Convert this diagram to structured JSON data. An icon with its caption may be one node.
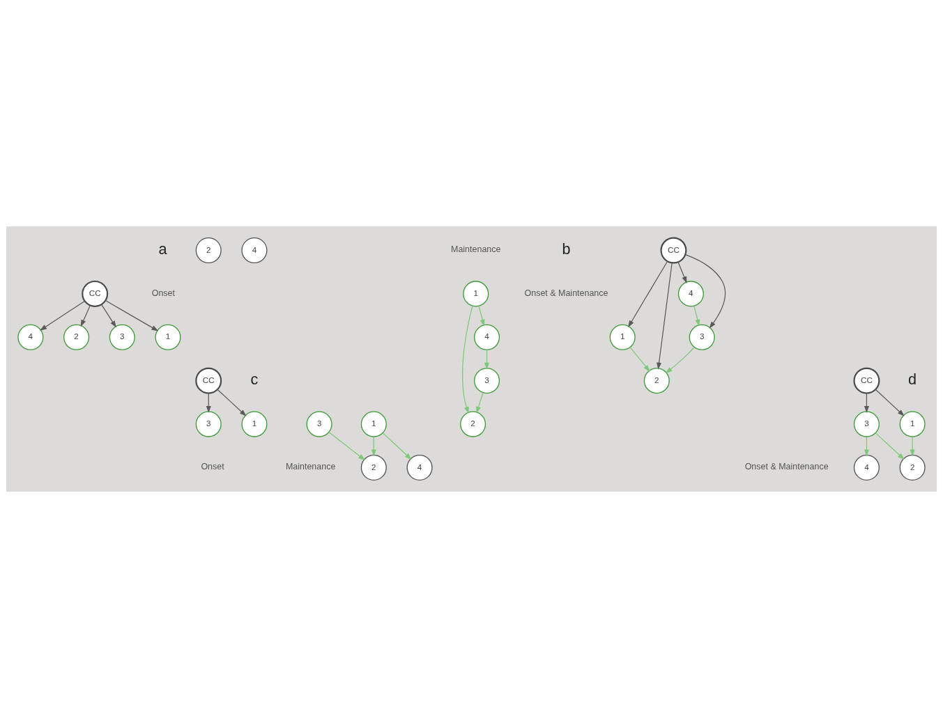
{
  "diagram": {
    "nodes": [
      {
        "text": [
          "1"
        ]
      },
      {
        "text": [
          "4"
        ]
      },
      {
        "text": [
          "CC"
        ]
      },
      {
        "text": [
          "2"
        ]
      },
      {
        "text": [
          "3"
        ]
      },
      {
        "text": [
          "1"
        ]
      },
      {
        "text": [
          "2"
        ]
      },
      {
        "text": [
          "4"
        ]
      },
      {
        "text": [
          "3"
        ]
      },
      {
        "text": [
          "1"
        ]
      },
      {
        "text": [
          "2"
        ]
      },
      {
        "text": [
          "CC"
        ]
      },
      {
        "text": [
          "4"
        ]
      },
      {
        "text": [
          "3"
        ]
      },
      {
        "text": [
          "1"
        ]
      },
      {
        "text": [
          "4"
        ]
      },
      {
        "text": [
          "CC"
        ]
      },
      {
        "text": [
          "2"
        ]
      },
      {
        "text": [
          "3"
        ]
      },
      {
        "text": [
          "1"
        ]
      },
      {
        "text": [
          "2"
        ]
      },
      {
        "text": [
          "4"
        ]
      },
      {
        "text": [
          "3"
        ]
      },
      {
        "text": [
          "1"
        ]
      },
      {
        "text": [
          "2"
        ]
      },
      {
        "text": [
          "CC"
        ]
      },
      {
        "text": [
          "4"
        ]
      },
      {
        "text": [
          "3"
        ]
      }
    ],
    "edges": [
      {
        "from": 2,
        "to": 0,
        "arrow": "to",
        "color": "#5a5a5a"
      },
      {
        "from": 2,
        "to": 3,
        "arrow": "to",
        "color": "#5a5a5a"
      },
      {
        "from": 2,
        "to": 4,
        "arrow": "to",
        "color": "#5a5a5a"
      },
      {
        "from": 2,
        "to": 1,
        "arrow": "to",
        "color": "#5a5a5a"
      },
      {
        "from": 5,
        "to": 6,
        "arrow": "to"
      },
      {
        "from": 5,
        "to": 7,
        "arrow": "to"
      },
      {
        "from": 7,
        "to": 8,
        "arrow": "to"
      },
      {
        "from": 8,
        "to": 6,
        "arrow": "to"
      },
      {
        "from": 11,
        "to": 9,
        "arrow": "to",
        "color": "#5a5a5a"
      },
      {
        "from": 11,
        "to": 10,
        "arrow": "to",
        "color": "#5a5a5a"
      },
      {
        "from": 11,
        "to": 12,
        "arrow": "to",
        "color": "#5a5a5a"
      },
      {
        "from": 11,
        "to": 13,
        "arrow": "to",
        "color": "#5a5a5a"
      },
      {
        "from": 9,
        "to": 10,
        "arrow": "to"
      },
      {
        "from": 12,
        "to": 13,
        "arrow": "to"
      },
      {
        "from": 13,
        "to": 10,
        "arrow": "to"
      },
      {
        "from": 16,
        "to": 14,
        "arrow": "to",
        "color": "#5a5a5a"
      },
      {
        "from": 16,
        "to": 18,
        "arrow": "to",
        "color": "#5a5a5a"
      },
      {
        "from": 19,
        "to": 20,
        "arrow": "to"
      },
      {
        "from": 19,
        "to": 21,
        "arrow": "to"
      },
      {
        "from": 22,
        "to": 20,
        "arrow": "to"
      },
      {
        "from": 25,
        "to": 23,
        "arrow": "to",
        "color": "#5a5a5a"
      },
      {
        "from": 25,
        "to": 27,
        "arrow": "to",
        "color": "#5a5a5a"
      },
      {
        "from": 23,
        "to": 24,
        "arrow": "to"
      },
      {
        "from": 27,
        "to": 24,
        "arrow": "to"
      },
      {
        "from": 27,
        "to": 26,
        "arrow": "to"
      }
    ],
    "labels": [
      "a",
      "Onset",
      "Maintenance",
      "b",
      "Onset & Maintenance",
      "c",
      "d",
      "Onset",
      "Maintenance",
      "Onset & Maintenance"
    ]
  }
}
